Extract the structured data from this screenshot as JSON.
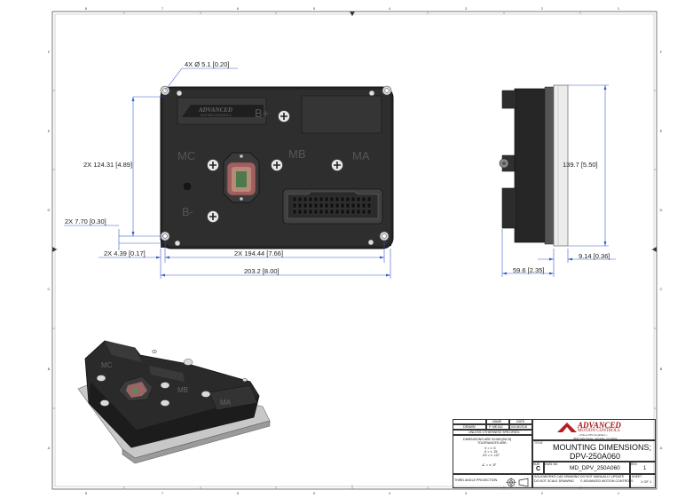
{
  "border": {
    "cols_top": [
      "8",
      "7",
      "6",
      "5",
      "4",
      "3",
      "2",
      "1"
    ],
    "cols_bottom": [
      "8",
      "7",
      "6",
      "5",
      "4",
      "3",
      "2",
      "1"
    ],
    "rows_left": [
      "F",
      "E",
      "D",
      "C",
      "B",
      "A"
    ],
    "rows_right": [
      "F",
      "E",
      "D",
      "C",
      "B",
      "A"
    ]
  },
  "front_view": {
    "hole_callout": "4X Ø 5.1 [0.20]",
    "height_dim": "2X 124.31 [4.89]",
    "small_height_dim": "2X 7.70 [0.30]",
    "edge_dim": "2X 4.39 [0.17]",
    "hole_spacing_dim": "2X 194.44 [7.66]",
    "overall_width_dim": "203.2 [8.00]",
    "logo_text": "ADVANCED",
    "logo_subtext": "MOTION CONTROLS",
    "labels": {
      "bplus": "B+",
      "mc": "MC",
      "mb": "MB",
      "ma": "MA",
      "bminus": "B-"
    }
  },
  "side_view": {
    "height_dim": "139.7 [5.50]",
    "depth_dim": "59.6 [2.35]",
    "flange_dim": "9.14 [0.36]"
  },
  "iso_view": {
    "labels": {
      "mc": "MC",
      "mb": "MB",
      "ma": "MA"
    }
  },
  "title_block": {
    "name_header": "NAME",
    "date_header": "DATE",
    "drawn_label": "DRAWN",
    "drawn_name": "P. MEJAZ",
    "drawn_date": "04/18/2018",
    "unless": "UNLESS OTHERWISE SPECIFIED:",
    "tol_line1": "DIMENSIONS ARE IN MM [INCH]",
    "tol_line2": "TOLERANCES ARE:",
    "tol_line3": "X = ± .5",
    "tol_line4": ".X = ± .25",
    "tol_line5": ".XX = ± .127",
    "angle": "∠ = ± .5°",
    "projection": "THIRD ANGLE PROJECTION",
    "company": "ADVANCED",
    "company_sub": "MOTION CONTROLS",
    "company_tag": "• Prime DPV Amplifiers •",
    "company_addr": "3805 Calle Tecate, Camarillo, CA 93012",
    "title_label": "TITLE:",
    "title_line1": "MOUNTING DIMENSIONS;",
    "title_line2": "DPV-250A060",
    "size_label": "SIZE",
    "size_value": "C",
    "dwg_label": "DWG NO.",
    "dwg_value": "MD_DPV_250A060",
    "rev_label": "REV.",
    "rev_value": "1",
    "note1": "SOLIDWORKS CAD DRAWING",
    "note2": "DO NOT SCALE DRAWING",
    "note3": "DO NOT MANUALLY UPDATE",
    "note4": "© ADVANCED MOTION CONTROLS",
    "sheet_label": "SHEET",
    "sheet_value": "1 OF 1"
  }
}
